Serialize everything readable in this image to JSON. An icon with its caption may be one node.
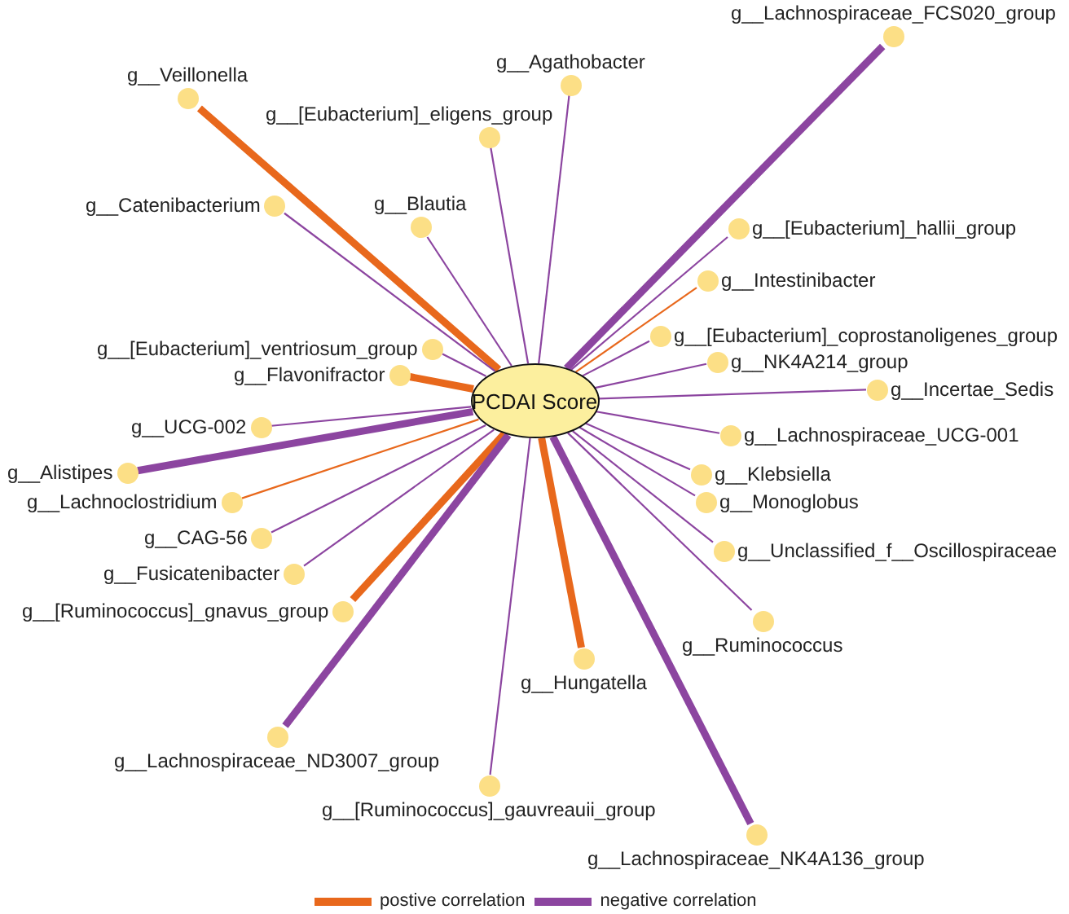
{
  "diagram": {
    "nodes": [
      {
        "text": [
          "g__Lachnospiraceae_FCS020_group"
        ]
      },
      {
        "text": [
          "g__Veillonella"
        ]
      },
      {
        "text": [
          "g__Agathobacter"
        ]
      },
      {
        "text": [
          "g__Catenibacterium"
        ]
      },
      {
        "text": [
          "g__[Eubacterium]_eligens_group"
        ]
      },
      {
        "text": [
          "g__[Eubacterium]_hallii_group"
        ]
      },
      {
        "text": [
          "g__Blautia"
        ]
      },
      {
        "text": [
          "g__Intestinibacter"
        ]
      },
      {
        "text": [
          "g__[Eubacterium]_coprostanoligenes_group"
        ]
      },
      {
        "text": [
          "g__[Eubacterium]_ventriosum_group"
        ]
      },
      {
        "text": [
          "g__Flavonifractor"
        ]
      },
      {
        "text": [
          "g__NK4A214_group"
        ]
      },
      {
        "text": [
          "g__Incertae_Sedis"
        ]
      },
      {
        "text": [
          "PCDAI Score"
        ]
      },
      {
        "text": [
          "g__UCG-002"
        ]
      },
      {
        "text": [
          "g__Lachnospiraceae_UCG-001"
        ]
      },
      {
        "text": [
          "g__Lachnoclostridium"
        ]
      },
      {
        "text": [
          "g__CAG-56"
        ]
      },
      {
        "text": [
          "g__Monoglobus"
        ]
      },
      {
        "text": [
          "g__Klebsiella"
        ]
      },
      {
        "text": [
          "g__Alistipes"
        ]
      },
      {
        "text": [
          "g__Fusicatenibacter"
        ]
      },
      {
        "text": [
          "g__Unclassified_f__Oscillospiraceae"
        ]
      },
      {
        "text": [
          "g__[Ruminococcus]_gnavus_group"
        ]
      },
      {
        "text": [
          "g__Ruminococcus"
        ]
      },
      {
        "text": [
          "g__Hungatella"
        ]
      },
      {
        "text": [
          "g__Lachnospiraceae_ND3007_group"
        ]
      },
      {
        "text": [
          "g__[Ruminococcus]_gauvreauii_group"
        ]
      },
      {
        "text": [
          "g__Lachnospiraceae_NK4A136_group"
        ]
      }
    ],
    "edges": [
      {
        "from": 13,
        "to": 0,
        "arrow": "none",
        "style": "thick"
      },
      {
        "from": 13,
        "to": 1,
        "arrow": "none",
        "style": "thick",
        "color": "#e8681c"
      },
      {
        "from": 13,
        "to": 2,
        "arrow": "none"
      },
      {
        "from": 13,
        "to": 3,
        "arrow": "none"
      },
      {
        "from": 13,
        "to": 4,
        "arrow": "none"
      },
      {
        "from": 13,
        "to": 5,
        "arrow": "none"
      },
      {
        "from": 13,
        "to": 6,
        "arrow": "none"
      },
      {
        "from": 13,
        "to": 7,
        "arrow": "none",
        "color": "#e8681c"
      },
      {
        "from": 13,
        "to": 8,
        "arrow": "none"
      },
      {
        "from": 13,
        "to": 9,
        "arrow": "none"
      },
      {
        "from": 13,
        "to": 10,
        "arrow": "none",
        "style": "thick",
        "color": "#e8681c"
      },
      {
        "from": 13,
        "to": 11,
        "arrow": "none"
      },
      {
        "from": 13,
        "to": 12,
        "arrow": "none"
      },
      {
        "from": 13,
        "to": 14,
        "arrow": "none"
      },
      {
        "from": 13,
        "to": 15,
        "arrow": "none"
      },
      {
        "from": 13,
        "to": 16,
        "arrow": "none",
        "color": "#e8681c"
      },
      {
        "from": 13,
        "to": 17,
        "arrow": "none"
      },
      {
        "from": 13,
        "to": 18,
        "arrow": "none"
      },
      {
        "from": 13,
        "to": 19,
        "arrow": "none"
      },
      {
        "from": 13,
        "to": 20,
        "arrow": "none",
        "style": "thick"
      },
      {
        "from": 13,
        "to": 21,
        "arrow": "none"
      },
      {
        "from": 13,
        "to": 22,
        "arrow": "none"
      },
      {
        "from": 13,
        "to": 23,
        "arrow": "none",
        "style": "thick",
        "color": "#e8681c"
      },
      {
        "from": 13,
        "to": 24,
        "arrow": "none"
      },
      {
        "from": 13,
        "to": 25,
        "arrow": "none",
        "style": "thick",
        "color": "#e8681c"
      },
      {
        "from": 13,
        "to": 26,
        "arrow": "none",
        "style": "thick"
      },
      {
        "from": 13,
        "to": 27,
        "arrow": "none"
      },
      {
        "from": 13,
        "to": 28,
        "arrow": "none",
        "style": "thick"
      }
    ],
    "legend": [
      {
        "text": "postive correlation",
        "color": "#e8681c"
      },
      {
        "text": "negative correlation",
        "color": "#8c45a0"
      }
    ]
  }
}
